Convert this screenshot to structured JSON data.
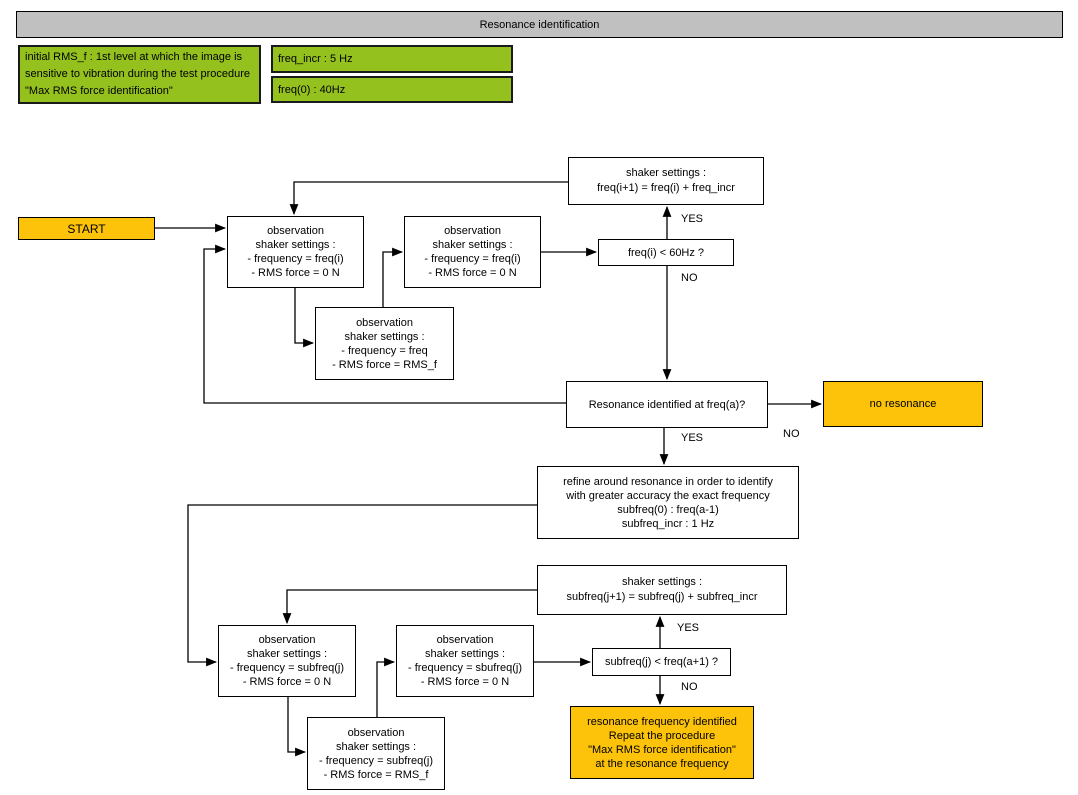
{
  "title": "Resonance identification",
  "colors": {
    "green": "#95C11F",
    "orange": "#FDC30A",
    "gray": "#C0C0C0"
  },
  "notes": {
    "initial_rms": {
      "lines": [
        "initial RMS_f : 1st level at which the image is sensitive to vibration during the test procedure \"Max RMS force identification\""
      ]
    },
    "freq_incr": {
      "label": "freq_incr : 5 Hz"
    },
    "freq0": {
      "label": "freq(0) : 40Hz"
    }
  },
  "nodes": {
    "start": {
      "label": "START"
    },
    "obs_a": {
      "lines": [
        "observation",
        "shaker settings :",
        "- frequency = freq(i)",
        "- RMS force = 0 N"
      ]
    },
    "obs_b": {
      "lines": [
        "observation",
        "shaker settings :",
        "- frequency = freq(i)",
        "- RMS force = 0 N"
      ]
    },
    "obs_c": {
      "lines": [
        "observation",
        "shaker settings :",
        "- frequency = freq",
        "- RMS force = RMS_f"
      ]
    },
    "shaker_incr": {
      "lines": [
        "shaker settings :",
        "freq(i+1) = freq(i) + freq_incr"
      ]
    },
    "q_freq60": {
      "label": "freq(i) < 60Hz ?"
    },
    "q_resonance": {
      "label": "Resonance identified at freq(a)?"
    },
    "no_resonance": {
      "label": "no resonance"
    },
    "refine": {
      "lines": [
        "refine around resonance in order to identify",
        "with greater accuracy the exact frequency",
        "subfreq(0) : freq(a-1)",
        "subfreq_incr : 1 Hz"
      ]
    },
    "shaker_subincr": {
      "lines": [
        "shaker settings :",
        "subfreq(j+1) = subfreq(j) + subfreq_incr"
      ]
    },
    "obs_d": {
      "lines": [
        "observation",
        "shaker settings :",
        "- frequency = subfreq(j)",
        "- RMS force = 0 N"
      ]
    },
    "obs_e": {
      "lines": [
        "observation",
        "shaker settings :",
        "- frequency = sbufreq(j)",
        "- RMS force = 0 N"
      ]
    },
    "obs_f": {
      "lines": [
        "observation",
        "shaker settings :",
        "- frequency = subfreq(j)",
        "- RMS force = RMS_f"
      ]
    },
    "q_subfreq": {
      "label": "subfreq(j) < freq(a+1) ?"
    },
    "result": {
      "lines": [
        "resonance frequency identified",
        "Repeat the procedure",
        "\"Max RMS force identification\"",
        "at the resonance frequency"
      ]
    }
  },
  "edge_labels": {
    "yes_top": "YES",
    "no_top": "NO",
    "yes_mid": "YES",
    "no_mid": "NO",
    "yes_bottom": "YES",
    "no_bottom": "NO"
  }
}
